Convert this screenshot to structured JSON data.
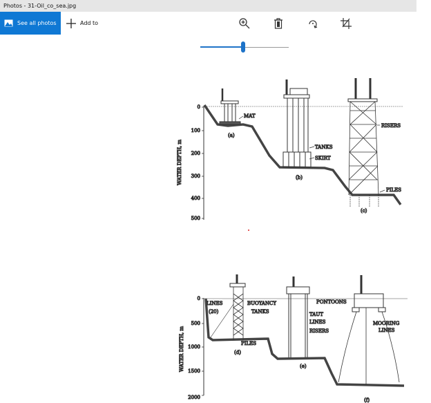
{
  "window": {
    "title": "Photos - 31-Oil_co_sea.jpg"
  },
  "toolbar": {
    "see_all": "See all photos",
    "add_to": "Add to",
    "zoom_level": 0.48
  },
  "figure_top": {
    "axis_label": "WATER DEPTH, m",
    "ticks": [
      "0",
      "100",
      "200",
      "300",
      "400",
      "500"
    ],
    "labels": {
      "mat": "MAT",
      "tanks": "TANKS",
      "skirt": "SKIRT",
      "risers": "RISERS",
      "piles": "PILES",
      "a": "(a)",
      "b": "(b)",
      "c": "(c)"
    }
  },
  "figure_bottom": {
    "axis_label": "WATER DEPTH, m",
    "ticks": [
      "0",
      "500",
      "1000",
      "1500",
      "2000"
    ],
    "labels": {
      "lines1": "LINES",
      "lines2": "(20)",
      "buoy1": "BUOYANCY",
      "buoy2": "TANKS",
      "piles": "PILES",
      "taut1": "TAUT",
      "taut2": "LINES",
      "risers": "RISERS",
      "pontoons": "PONTOONS",
      "moor1": "MOORING",
      "moor2": "LINES",
      "d": "(d)",
      "e": "(e)",
      "f": "(f)"
    }
  }
}
